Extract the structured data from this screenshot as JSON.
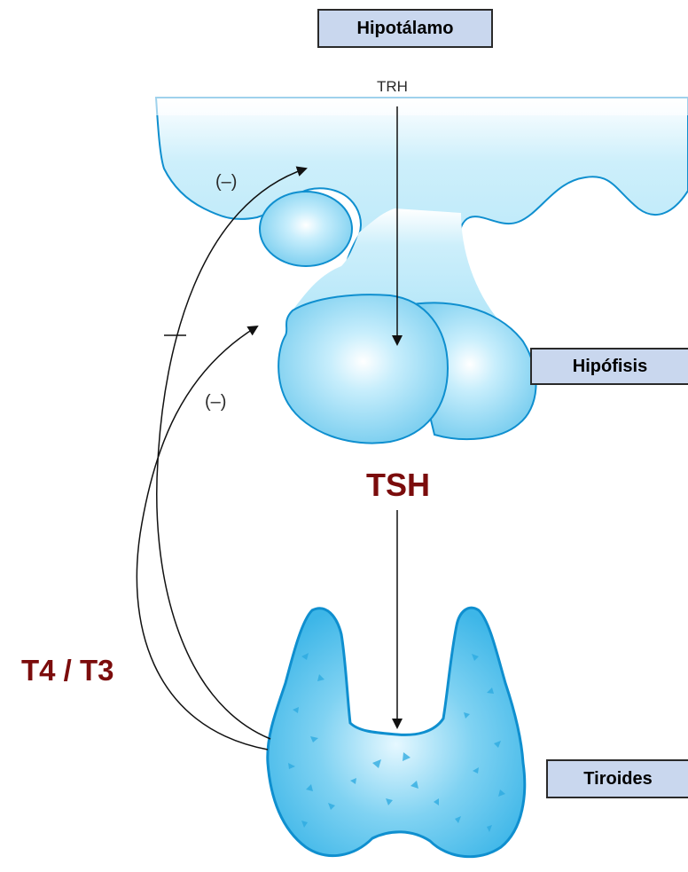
{
  "labels": {
    "hipotalamo": "Hipotálamo",
    "hipofisis": "Hipófisis",
    "tiroides": "Tiroides"
  },
  "hormones": {
    "trh": "TRH",
    "tsh": "TSH",
    "t4_t3": "T4 / T3"
  },
  "feedback": {
    "upper": "(–)",
    "lower": "(–)"
  },
  "colors": {
    "gland_fill": "#8fd6f2",
    "gland_light": "#d9f3fc",
    "gland_stroke": "#0f8fcf",
    "label_box": "#c9d7ee",
    "hormone_text": "#7b0c0c"
  }
}
